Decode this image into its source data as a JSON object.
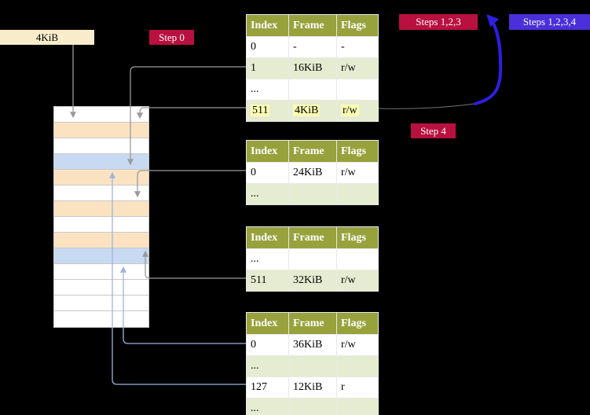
{
  "colors": {
    "badge-red": "#b8103f",
    "badge-blue": "#4b2fd9",
    "arrow-blue": "#2d1fe0",
    "arrow-gray": "#9a9a9a",
    "arrow-lightblue": "#9db4dd",
    "table-header": "#97a23d",
    "row-green": "#e6ecd1",
    "mark-yellow": "#fbfdb5",
    "mem-peach": "#fbe3c2",
    "mem-blue": "#c7daf2",
    "cream": "#f8ecca",
    "cell-border": "#e9e9e9"
  },
  "cr3_box": {
    "label": "4KiB"
  },
  "badges": {
    "step0": "Step 0",
    "steps123": "Steps 1,2,3",
    "steps1234": "Steps 1,2,3,4",
    "step4": "Step 4"
  },
  "tables": [
    {
      "headers": [
        "Index",
        "Frame",
        "Flags"
      ],
      "rows": [
        [
          "0",
          "-",
          "-"
        ],
        [
          "1",
          "16KiB",
          "r/w"
        ],
        [
          "...",
          "",
          ""
        ],
        [
          "511",
          "4KiB",
          "r/w"
        ]
      ]
    },
    {
      "headers": [
        "Index",
        "Frame",
        "Flags"
      ],
      "rows": [
        [
          "0",
          "24KiB",
          "r/w"
        ],
        [
          "...",
          "",
          ""
        ]
      ]
    },
    {
      "headers": [
        "Index",
        "Frame",
        "Flags"
      ],
      "rows": [
        [
          "...",
          "",
          ""
        ],
        [
          "511",
          "32KiB",
          "r/w"
        ]
      ]
    },
    {
      "headers": [
        "Index",
        "Frame",
        "Flags"
      ],
      "rows": [
        [
          "0",
          "36KiB",
          "r/w"
        ],
        [
          "...",
          "",
          ""
        ],
        [
          "127",
          "12KiB",
          "r"
        ],
        [
          "...",
          "",
          ""
        ]
      ]
    }
  ],
  "memory": {
    "rows": [
      {
        "cls": "mem-row white"
      },
      {
        "cls": "mem-row peach"
      },
      {
        "cls": "mem-row white"
      },
      {
        "cls": "mem-row blue"
      },
      {
        "cls": "mem-row peach"
      },
      {
        "cls": "mem-row white"
      },
      {
        "cls": "mem-row peach"
      },
      {
        "cls": "mem-row white"
      },
      {
        "cls": "mem-row peach"
      },
      {
        "cls": "mem-row blue"
      },
      {
        "cls": "mem-row white"
      },
      {
        "cls": "mem-row white"
      },
      {
        "cls": "mem-row white"
      },
      {
        "cls": "mem-row white"
      }
    ]
  }
}
